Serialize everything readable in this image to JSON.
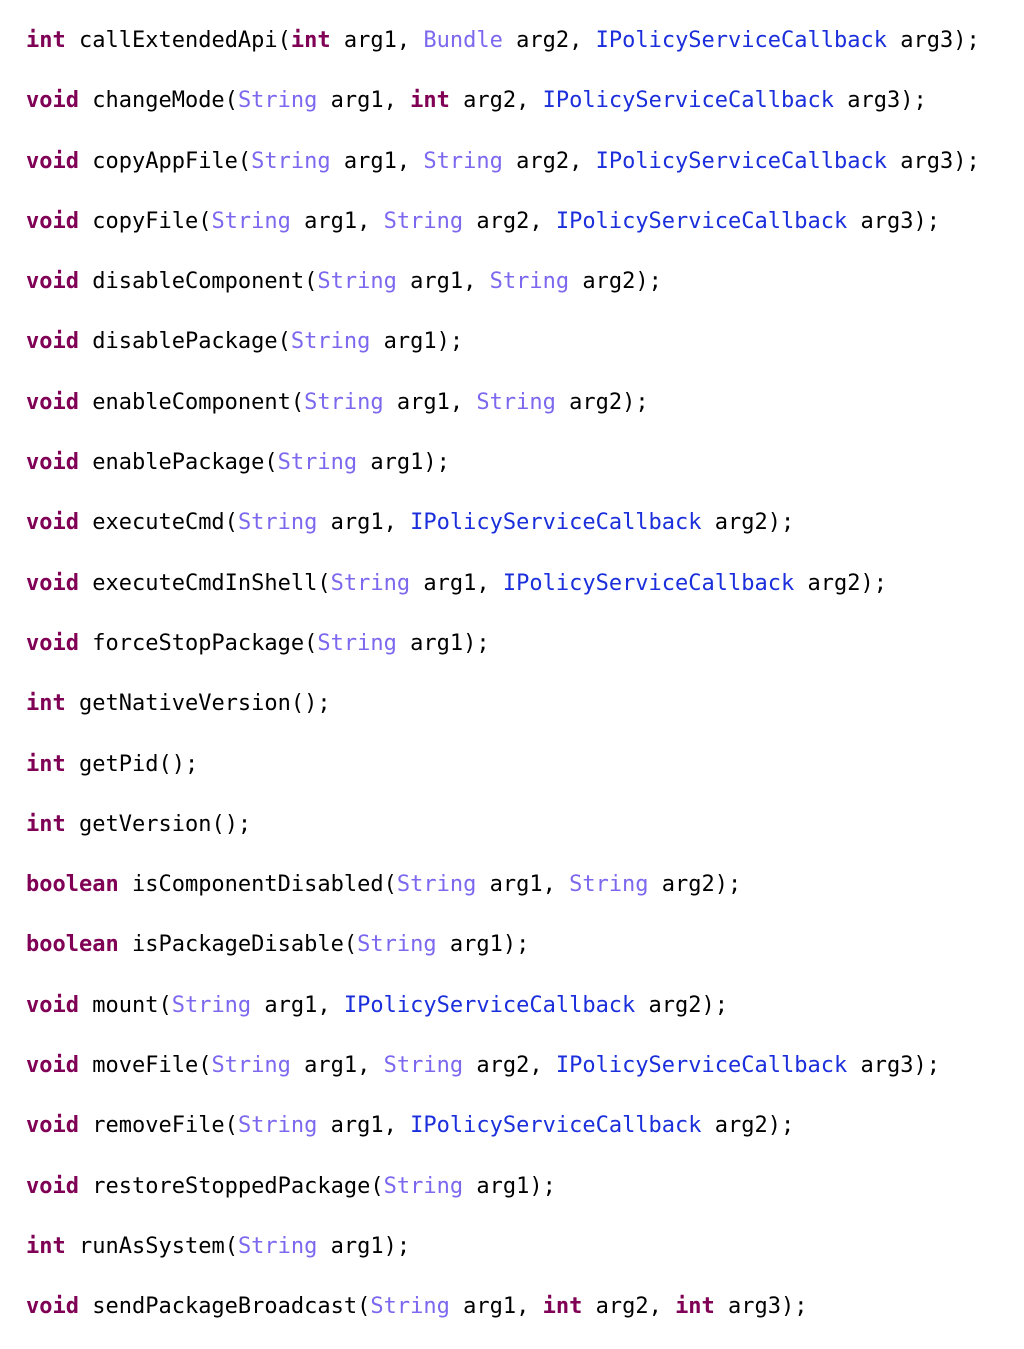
{
  "colors": {
    "keyword": "#7f0055",
    "type": "#7b68ee",
    "interface": "#1a2edb",
    "text": "#000000",
    "background": "#ffffff"
  },
  "code_lines": [
    [
      {
        "k": "kw",
        "t": "int"
      },
      {
        "k": "text",
        "t": " callExtendedApi("
      },
      {
        "k": "kw",
        "t": "int"
      },
      {
        "k": "text",
        "t": " arg1, "
      },
      {
        "k": "type",
        "t": "Bundle"
      },
      {
        "k": "text",
        "t": " arg2, "
      },
      {
        "k": "iface",
        "t": "IPolicyServiceCallback"
      },
      {
        "k": "text",
        "t": " arg3);"
      }
    ],
    [
      {
        "k": "kw",
        "t": "void"
      },
      {
        "k": "text",
        "t": " changeMode("
      },
      {
        "k": "type",
        "t": "String"
      },
      {
        "k": "text",
        "t": " arg1, "
      },
      {
        "k": "kw",
        "t": "int"
      },
      {
        "k": "text",
        "t": " arg2, "
      },
      {
        "k": "iface",
        "t": "IPolicyServiceCallback"
      },
      {
        "k": "text",
        "t": " arg3);"
      }
    ],
    [
      {
        "k": "kw",
        "t": "void"
      },
      {
        "k": "text",
        "t": " copyAppFile("
      },
      {
        "k": "type",
        "t": "String"
      },
      {
        "k": "text",
        "t": " arg1, "
      },
      {
        "k": "type",
        "t": "String"
      },
      {
        "k": "text",
        "t": " arg2, "
      },
      {
        "k": "iface",
        "t": "IPolicyServiceCallback"
      },
      {
        "k": "text",
        "t": " arg3);"
      }
    ],
    [
      {
        "k": "kw",
        "t": "void"
      },
      {
        "k": "text",
        "t": " copyFile("
      },
      {
        "k": "type",
        "t": "String"
      },
      {
        "k": "text",
        "t": " arg1, "
      },
      {
        "k": "type",
        "t": "String"
      },
      {
        "k": "text",
        "t": " arg2, "
      },
      {
        "k": "iface",
        "t": "IPolicyServiceCallback"
      },
      {
        "k": "text",
        "t": " arg3);"
      }
    ],
    [
      {
        "k": "kw",
        "t": "void"
      },
      {
        "k": "text",
        "t": " disableComponent("
      },
      {
        "k": "type",
        "t": "String"
      },
      {
        "k": "text",
        "t": " arg1, "
      },
      {
        "k": "type",
        "t": "String"
      },
      {
        "k": "text",
        "t": " arg2);"
      }
    ],
    [
      {
        "k": "kw",
        "t": "void"
      },
      {
        "k": "text",
        "t": " disablePackage("
      },
      {
        "k": "type",
        "t": "String"
      },
      {
        "k": "text",
        "t": " arg1);"
      }
    ],
    [
      {
        "k": "kw",
        "t": "void"
      },
      {
        "k": "text",
        "t": " enableComponent("
      },
      {
        "k": "type",
        "t": "String"
      },
      {
        "k": "text",
        "t": " arg1, "
      },
      {
        "k": "type",
        "t": "String"
      },
      {
        "k": "text",
        "t": " arg2);"
      }
    ],
    [
      {
        "k": "kw",
        "t": "void"
      },
      {
        "k": "text",
        "t": " enablePackage("
      },
      {
        "k": "type",
        "t": "String"
      },
      {
        "k": "text",
        "t": " arg1);"
      }
    ],
    [
      {
        "k": "kw",
        "t": "void"
      },
      {
        "k": "text",
        "t": " executeCmd("
      },
      {
        "k": "type",
        "t": "String"
      },
      {
        "k": "text",
        "t": " arg1, "
      },
      {
        "k": "iface",
        "t": "IPolicyServiceCallback"
      },
      {
        "k": "text",
        "t": " arg2);"
      }
    ],
    [
      {
        "k": "kw",
        "t": "void"
      },
      {
        "k": "text",
        "t": " executeCmdInShell("
      },
      {
        "k": "type",
        "t": "String"
      },
      {
        "k": "text",
        "t": " arg1, "
      },
      {
        "k": "iface",
        "t": "IPolicyServiceCallback"
      },
      {
        "k": "text",
        "t": " arg2);"
      }
    ],
    [
      {
        "k": "kw",
        "t": "void"
      },
      {
        "k": "text",
        "t": " forceStopPackage("
      },
      {
        "k": "type",
        "t": "String"
      },
      {
        "k": "text",
        "t": " arg1);"
      }
    ],
    [
      {
        "k": "kw",
        "t": "int"
      },
      {
        "k": "text",
        "t": " getNativeVersion();"
      }
    ],
    [
      {
        "k": "kw",
        "t": "int"
      },
      {
        "k": "text",
        "t": " getPid();"
      }
    ],
    [
      {
        "k": "kw",
        "t": "int"
      },
      {
        "k": "text",
        "t": " getVersion();"
      }
    ],
    [
      {
        "k": "kw",
        "t": "boolean"
      },
      {
        "k": "text",
        "t": " isComponentDisabled("
      },
      {
        "k": "type",
        "t": "String"
      },
      {
        "k": "text",
        "t": " arg1, "
      },
      {
        "k": "type",
        "t": "String"
      },
      {
        "k": "text",
        "t": " arg2);"
      }
    ],
    [
      {
        "k": "kw",
        "t": "boolean"
      },
      {
        "k": "text",
        "t": " isPackageDisable("
      },
      {
        "k": "type",
        "t": "String"
      },
      {
        "k": "text",
        "t": " arg1);"
      }
    ],
    [
      {
        "k": "kw",
        "t": "void"
      },
      {
        "k": "text",
        "t": " mount("
      },
      {
        "k": "type",
        "t": "String"
      },
      {
        "k": "text",
        "t": " arg1, "
      },
      {
        "k": "iface",
        "t": "IPolicyServiceCallback"
      },
      {
        "k": "text",
        "t": " arg2);"
      }
    ],
    [
      {
        "k": "kw",
        "t": "void"
      },
      {
        "k": "text",
        "t": " moveFile("
      },
      {
        "k": "type",
        "t": "String"
      },
      {
        "k": "text",
        "t": " arg1, "
      },
      {
        "k": "type",
        "t": "String"
      },
      {
        "k": "text",
        "t": " arg2, "
      },
      {
        "k": "iface",
        "t": "IPolicyServiceCallback"
      },
      {
        "k": "text",
        "t": " arg3);"
      }
    ],
    [
      {
        "k": "kw",
        "t": "void"
      },
      {
        "k": "text",
        "t": " removeFile("
      },
      {
        "k": "type",
        "t": "String"
      },
      {
        "k": "text",
        "t": " arg1, "
      },
      {
        "k": "iface",
        "t": "IPolicyServiceCallback"
      },
      {
        "k": "text",
        "t": " arg2);"
      }
    ],
    [
      {
        "k": "kw",
        "t": "void"
      },
      {
        "k": "text",
        "t": " restoreStoppedPackage("
      },
      {
        "k": "type",
        "t": "String"
      },
      {
        "k": "text",
        "t": " arg1);"
      }
    ],
    [
      {
        "k": "kw",
        "t": "int"
      },
      {
        "k": "text",
        "t": " runAsSystem("
      },
      {
        "k": "type",
        "t": "String"
      },
      {
        "k": "text",
        "t": " arg1);"
      }
    ],
    [
      {
        "k": "kw",
        "t": "void"
      },
      {
        "k": "text",
        "t": " sendPackageBroadcast("
      },
      {
        "k": "type",
        "t": "String"
      },
      {
        "k": "text",
        "t": " arg1, "
      },
      {
        "k": "kw",
        "t": "int"
      },
      {
        "k": "text",
        "t": " arg2, "
      },
      {
        "k": "kw",
        "t": "int"
      },
      {
        "k": "text",
        "t": " arg3);"
      }
    ]
  ]
}
